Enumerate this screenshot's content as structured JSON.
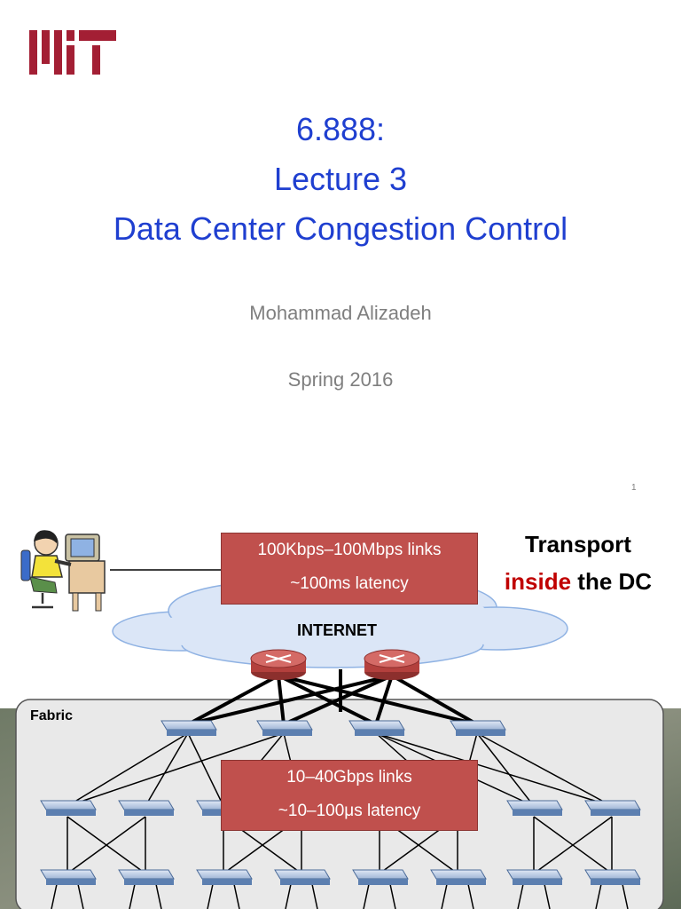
{
  "slide1": {
    "logo_text": "MIT",
    "title_lines": [
      "6.888:",
      "Lecture 3",
      "Data Center Congestion Control"
    ],
    "author": "Mohammad Alizadeh",
    "term": "Spring 2016",
    "page_number": "1",
    "colors": {
      "title": "#1f3fd0",
      "logo": "#a31f34",
      "subtitle": "#7f7f7f"
    }
  },
  "slide2": {
    "heading": {
      "line1": "Transport",
      "line2_highlight": "inside",
      "line2_rest": " the DC"
    },
    "internet_label": "INTERNET",
    "fabric_label": "Fabric",
    "wan_box": {
      "line1": "100Kbps–100Mbps links",
      "line2": "~100ms latency"
    },
    "fabric_box": {
      "line1": "10–40Gbps links",
      "line2": "~10–100μs latency"
    },
    "colors": {
      "box": "#c0504d",
      "highlight": "#c00000",
      "cloud": "#dbe6f7",
      "router": "#c0504d"
    }
  }
}
